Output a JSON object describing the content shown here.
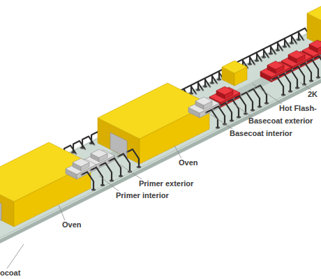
{
  "diagram": {
    "labels": [
      "2K",
      "Hot Flash-",
      "Basecoat exterior",
      "Basecoat interior",
      "Oven",
      "Primer exterior",
      "Primer interior",
      "Oven",
      "ocoat"
    ]
  }
}
